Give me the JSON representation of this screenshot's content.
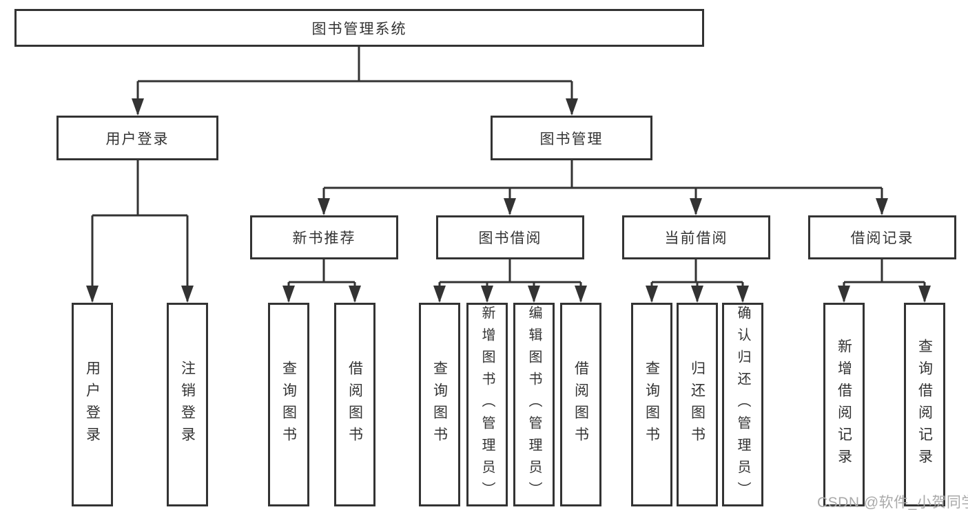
{
  "diagram": {
    "root": {
      "label": "图书管理系统"
    },
    "branches": [
      {
        "label": "用户登录",
        "children": [
          {
            "label": "用户登录"
          },
          {
            "label": "注销登录"
          }
        ]
      },
      {
        "label": "图书管理",
        "children": [
          {
            "label": "新书推荐",
            "children": [
              {
                "label": "查询图书"
              },
              {
                "label": "借阅图书"
              }
            ]
          },
          {
            "label": "图书借阅",
            "children": [
              {
                "label": "查询图书"
              },
              {
                "label": "新增图书（管理员）"
              },
              {
                "label": "编辑图书（管理员）"
              },
              {
                "label": "借阅图书"
              }
            ]
          },
          {
            "label": "当前借阅",
            "children": [
              {
                "label": "查询图书"
              },
              {
                "label": "归还图书"
              },
              {
                "label": "确认归还（管理员）"
              }
            ]
          },
          {
            "label": "借阅记录",
            "children": [
              {
                "label": "新增借阅记录"
              },
              {
                "label": "查询借阅记录"
              }
            ]
          }
        ]
      }
    ]
  },
  "watermark": {
    "text": "CSDN @软件_小贺同学"
  },
  "colors": {
    "line": "#333333",
    "text": "#333333",
    "background": "#ffffff",
    "watermark": "#a9a9a9"
  }
}
